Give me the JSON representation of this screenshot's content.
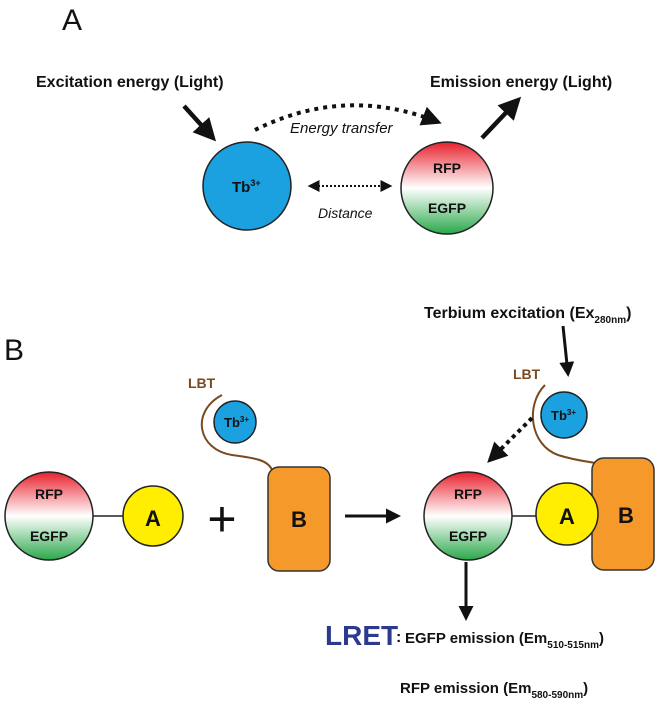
{
  "panel_a": {
    "label": "A",
    "excitation": "Excitation energy (Light)",
    "emission": "Emission energy (Light)",
    "transfer": "Energy transfer",
    "distance": "Distance",
    "tb": "Tb",
    "tb_sup": "3+",
    "rfp": "RFP",
    "egfp": "EGFP"
  },
  "panel_b": {
    "label": "B",
    "terbium_main": "Terbium excitation (Ex",
    "terbium_sub": "280nm",
    "terbium_close": ")",
    "lbt_left": "LBT",
    "lbt_right": "LBT",
    "tb": "Tb",
    "tb_sup": "3+",
    "rfp": "RFP",
    "egfp": "EGFP",
    "a": "A",
    "b": "B",
    "plus": "+",
    "lret": "LRET",
    "colon": ":",
    "egfp_em_main": "EGFP emission (Em",
    "egfp_em_sub": "510-515nm",
    "egfp_em_close": ")",
    "rfp_em_main": "RFP emission (Em",
    "rfp_em_sub": "580-590nm",
    "rfp_em_close": ")"
  },
  "colors": {
    "terbium_blue": "#1ba0e0",
    "rfp_red": "#e8212d",
    "egfp_green": "#2aa84a",
    "domain_a_yellow": "#ffee00",
    "domain_b_orange": "#f59a2a",
    "lbt_brown": "#7a4a1e",
    "lret_navy": "#2b3a8f"
  }
}
